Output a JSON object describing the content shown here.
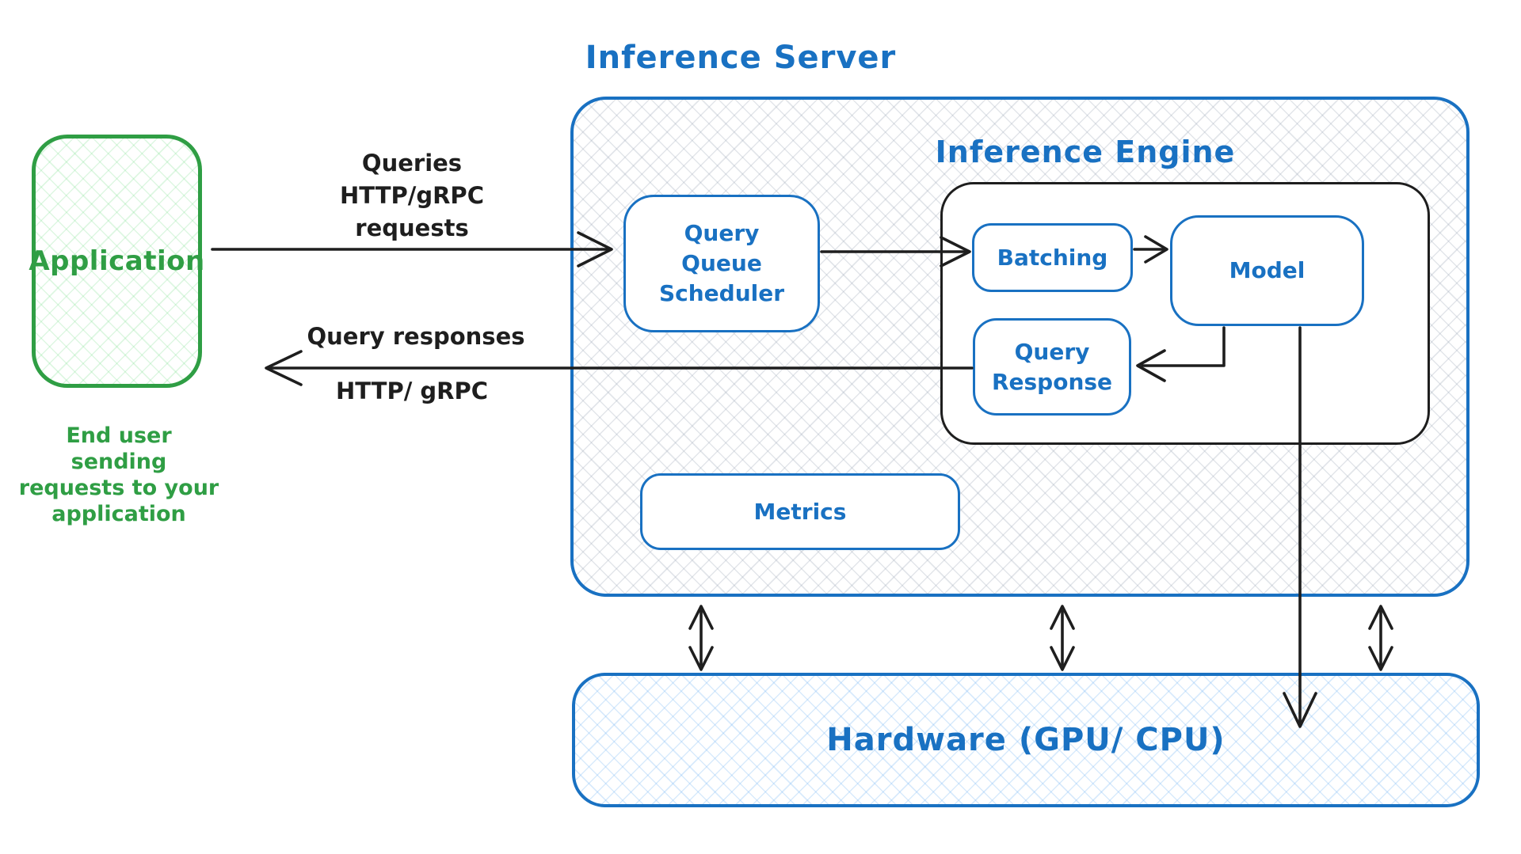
{
  "diagram": {
    "application": {
      "label": "Application",
      "caption_lines": [
        "End user sending",
        "requests to your",
        "application"
      ]
    },
    "request_arrow": {
      "lines": [
        "Queries",
        "HTTP/gRPC",
        "requests"
      ]
    },
    "response_arrow": {
      "line1": "Query responses",
      "line2": "HTTP/ gRPC"
    },
    "inference_server": {
      "title": "Inference Server"
    },
    "query_queue_scheduler": {
      "lines": [
        "Query",
        "Queue",
        "Scheduler"
      ]
    },
    "inference_engine": {
      "title": "Inference Engine"
    },
    "batching": {
      "label": "Batching"
    },
    "model": {
      "label": "Model"
    },
    "query_response": {
      "lines": [
        "Query",
        "Response"
      ]
    },
    "metrics": {
      "label": "Metrics"
    },
    "hardware": {
      "label": "Hardware (GPU/ CPU)"
    }
  },
  "colors": {
    "accent_blue": "#1971c2",
    "accent_green": "#2f9e44",
    "stroke_black": "#1e1e1e"
  }
}
